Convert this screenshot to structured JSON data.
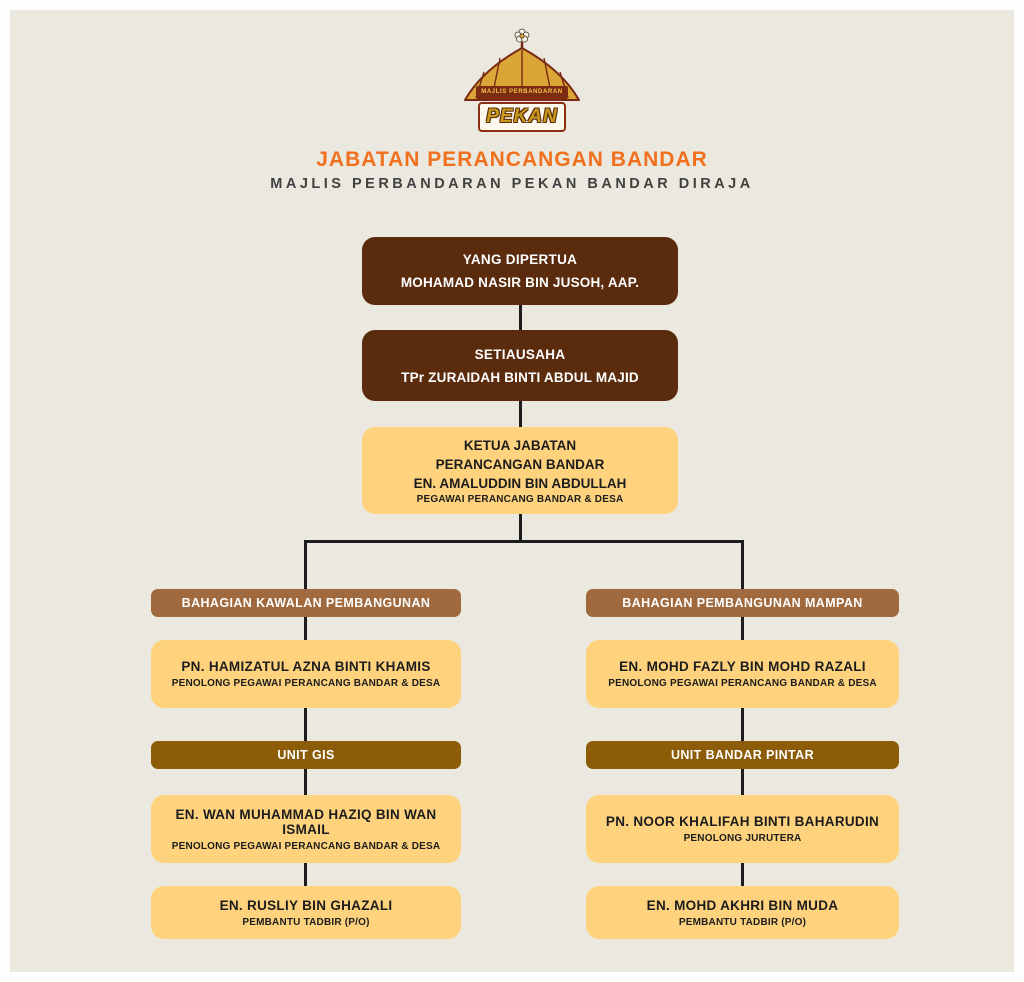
{
  "logo": {
    "banner_text": "MAJLIS PERBANDARAN",
    "name": "PEKAN"
  },
  "header": {
    "title": "JABATAN PERANCANGAN BANDAR",
    "subtitle": "MAJLIS PERBANDARAN PEKAN BANDAR DIRAJA"
  },
  "colors": {
    "background": "#ebe8df",
    "dark_brown_box": "#5a2c0d",
    "yellow_box": "#ffd37e",
    "brown_bar": "#a16a3e",
    "gold_bar": "#8c5c08",
    "title_orange": "#f0701e",
    "connector": "#1c1c1c"
  },
  "chart_nodes": {
    "yang_dipertua": {
      "title": "YANG DIPERTUA",
      "name": "MOHAMAD NASIR BIN JUSOH, AAP."
    },
    "setiausaha": {
      "title": "SETIAUSAHA",
      "name": "TPr ZURAIDAH BINTI ABDUL MAJID"
    },
    "ketua_jabatan": {
      "line1": "KETUA JABATAN",
      "line2": "PERANCANGAN BANDAR",
      "line3": "EN. AMALUDDIN BIN ABDULLAH",
      "role": "PEGAWAI  PERANCANG BANDAR & DESA"
    },
    "left": {
      "header": "BAHAGIAN  KAWALAN PEMBANGUNAN",
      "officer1": {
        "name": "PN. HAMIZATUL AZNA BINTI KHAMIS",
        "role": "PENOLONG PEGAWAI  PERANCANG BANDAR & DESA"
      },
      "unit": "UNIT GIS",
      "officer2": {
        "name": "EN. WAN MUHAMMAD HAZIQ BIN WAN ISMAIL",
        "role": "PENOLONG PEGAWAI  PERANCANG BANDAR & DESA"
      },
      "officer3": {
        "name": "EN. RUSLIY BIN GHAZALI",
        "role": "PEMBANTU TADBIR (P/O)"
      }
    },
    "right": {
      "header": "BAHAGIAN  PEMBANGUNAN MAMPAN",
      "officer1": {
        "name": "EN. MOHD FAZLY BIN MOHD RAZALI",
        "role": "PENOLONG PEGAWAI  PERANCANG BANDAR & DESA"
      },
      "unit": "UNIT BANDAR PINTAR",
      "officer2": {
        "name": "PN. NOOR KHALIFAH BINTI BAHARUDIN",
        "role": "PENOLONG JURUTERA"
      },
      "officer3": {
        "name": "EN. MOHD AKHRI BIN MUDA",
        "role": "PEMBANTU TADBIR (P/O)"
      }
    }
  }
}
